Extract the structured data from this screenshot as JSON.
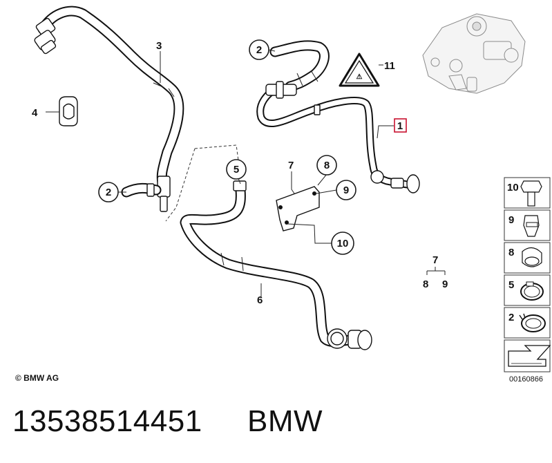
{
  "diagram": {
    "callouts": {
      "c2_top": "2",
      "c11": "11",
      "c1": "1",
      "c3": "3",
      "c4": "4",
      "c5": "5",
      "c2_left": "2",
      "c7": "7",
      "c8": "8",
      "c9": "9",
      "c10": "10",
      "c6": "6"
    },
    "sub_assembly": {
      "parent": "7",
      "child_a": "8",
      "child_b": "9"
    },
    "legend": [
      "10",
      "9",
      "8",
      "5",
      "2"
    ],
    "highlight_color": "#c8102e"
  },
  "copyright": "© BMW AG",
  "drawing_number": "00160866",
  "part_number": "13538514451",
  "brand": "BMW"
}
